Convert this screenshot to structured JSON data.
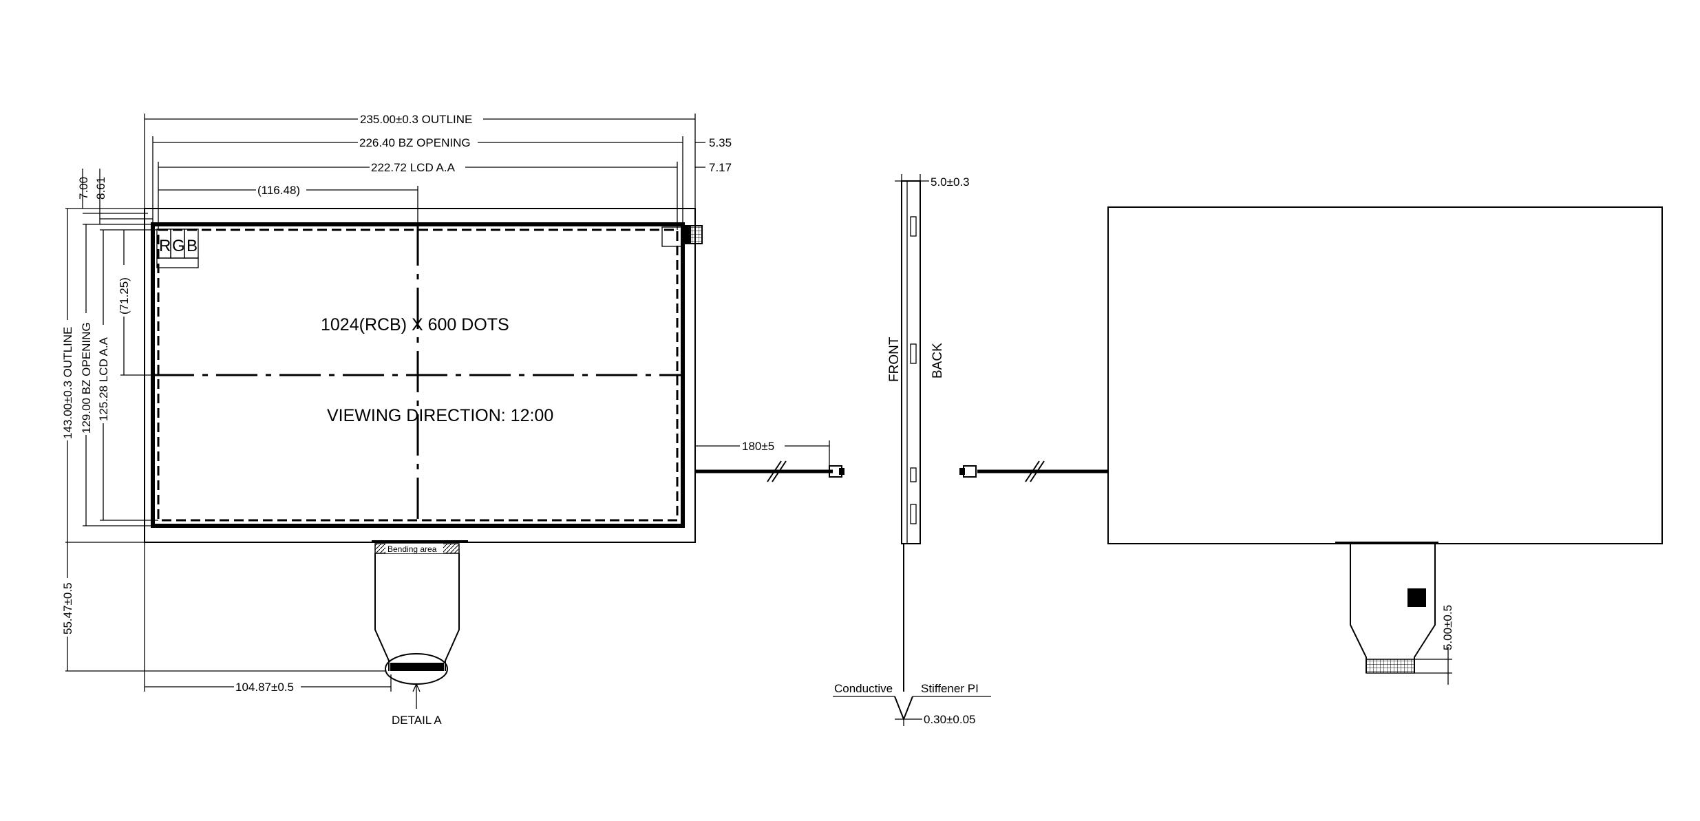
{
  "front_view": {
    "dim_outline_width": "235.00±0.3 OUTLINE",
    "dim_bz_width": "226.40 BZ OPENING",
    "dim_aa_width": "222.72 LCD A.A",
    "dim_offset_535": "5.35",
    "dim_offset_717": "7.17",
    "dim_center_x": "(116.48)",
    "dim_top_700": "7.00",
    "dim_top_861": "8.61",
    "dim_outline_height": "143.00±0.3 OUTLINE",
    "dim_bz_height": "129.00 BZ OPENING",
    "dim_aa_height": "125.28 LCD A.A",
    "dim_center_y": "(71.25)",
    "dim_fpc_height": "55.47±0.5",
    "dim_fpc_offset": "104.87±0.5",
    "dim_cable": "180±5",
    "pixel_r": "R",
    "pixel_g": "G",
    "pixel_b": "B",
    "resolution": "1024(RCB)  X  600  DOTS",
    "viewing_direction": "VIEWING  DIRECTION:  12:00",
    "bending_area": "Bending  area",
    "detail_label": "DETAIL  A"
  },
  "side_view": {
    "dim_thickness": "5.0±0.3",
    "label_front": "FRONT",
    "label_back": "BACK",
    "label_conductive": "Conductive",
    "label_stiffener": "Stiffener  PI",
    "dim_stiffener": "0.30±0.05"
  },
  "back_view": {
    "dim_fpc_tail": "5.00±0.5"
  }
}
